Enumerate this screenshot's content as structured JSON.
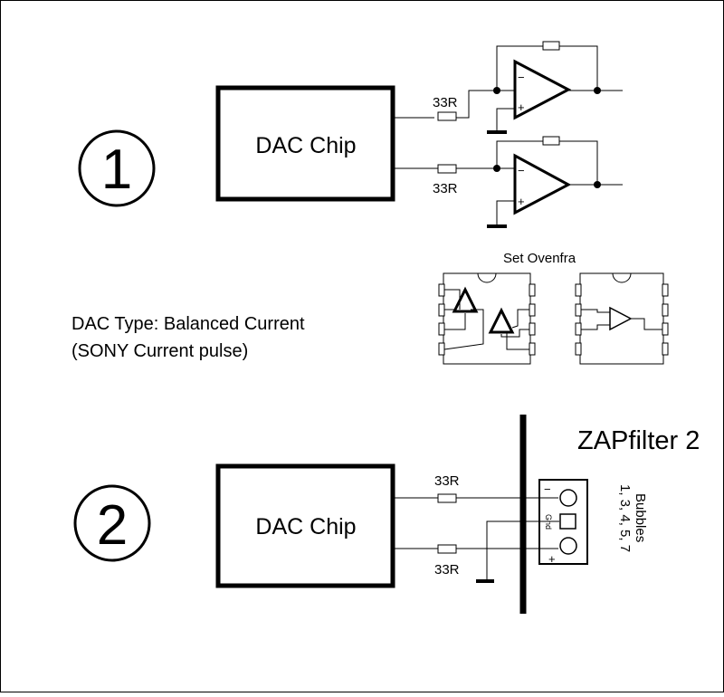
{
  "diagram": {
    "circuit1": {
      "number": "1",
      "chip_label": "DAC Chip",
      "resistor_top_label": "33R",
      "resistor_bottom_label": "33R"
    },
    "description": {
      "line1": "DAC Type: Balanced Current",
      "line2": "(SONY Current pulse)"
    },
    "ic_set_label": "Set Ovenfra",
    "circuit2": {
      "number": "2",
      "chip_label": "DAC Chip",
      "resistor_top_label": "33R",
      "resistor_bottom_label": "33R",
      "product_label": "ZAPfilter 2",
      "connector_gnd_label": "Gnd",
      "connector_minus_label": "−",
      "connector_plus_label": "+",
      "bubbles_label": "Bubbles",
      "bubbles_numbers": "1, 3, 4, 5, 7"
    },
    "opamp_minus": "−",
    "opamp_plus": "+"
  }
}
